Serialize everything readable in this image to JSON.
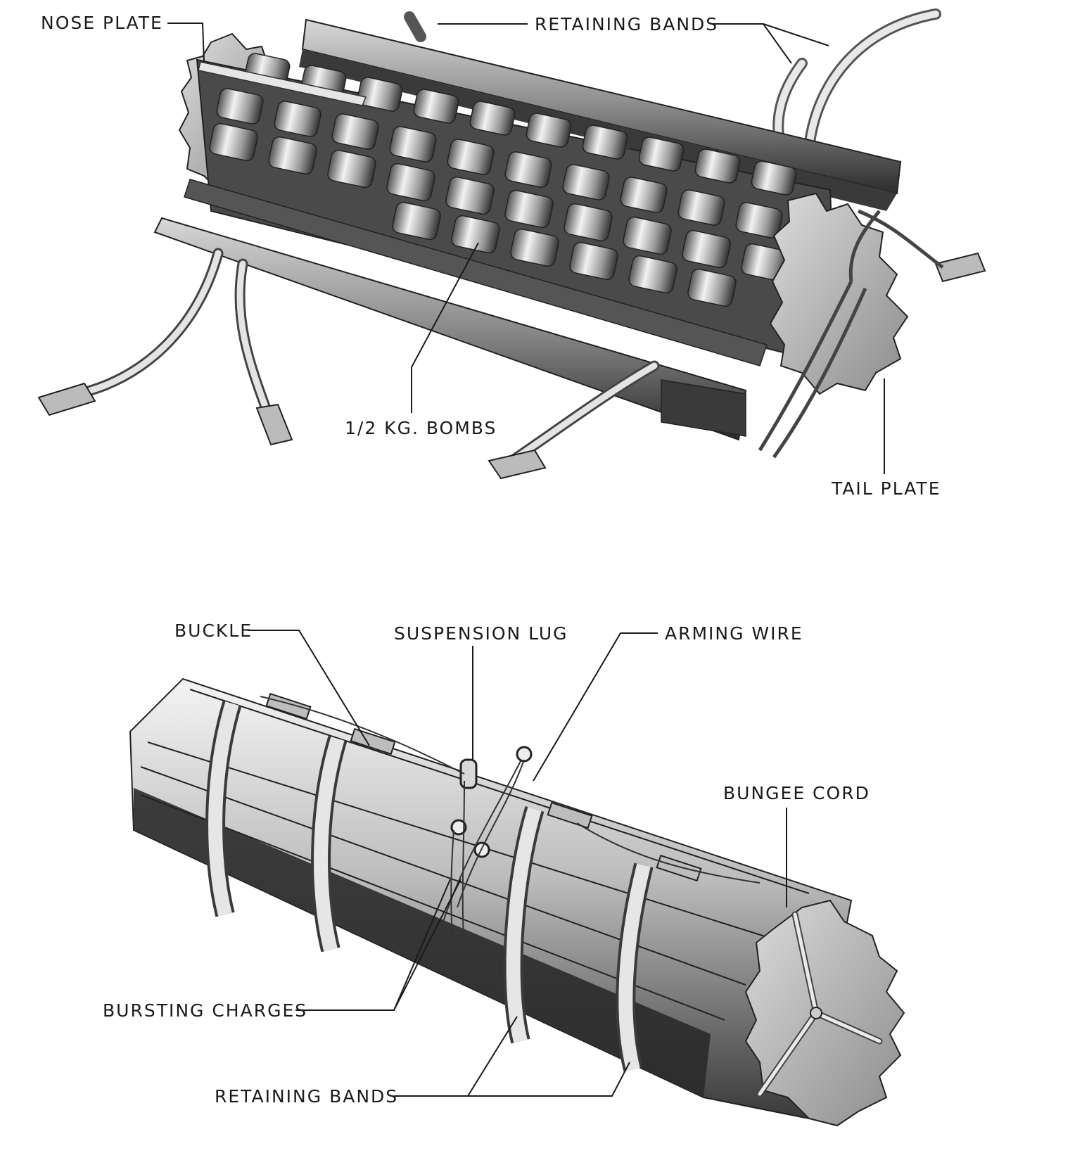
{
  "labels": {
    "nose_plate": "NOSE PLATE",
    "retaining_bands_top": "RETAINING BANDS",
    "half_kg_bombs": "1/2 KG. BOMBS",
    "tail_plate": "TAIL PLATE",
    "buckle": "BUCKLE",
    "suspension_lug": "SUSPENSION LUG",
    "arming_wire": "ARMING WIRE",
    "bungee_cord": "BUNGEE CORD",
    "bursting_charges": "BURSTING CHARGES",
    "retaining_bands_bottom": "RETAINING BANDS"
  },
  "colors": {
    "ink": "#1a1a1a",
    "metal_light": "#e2e2e2",
    "metal_mid": "#9a9a9a",
    "metal_dark": "#2e2e2e"
  }
}
